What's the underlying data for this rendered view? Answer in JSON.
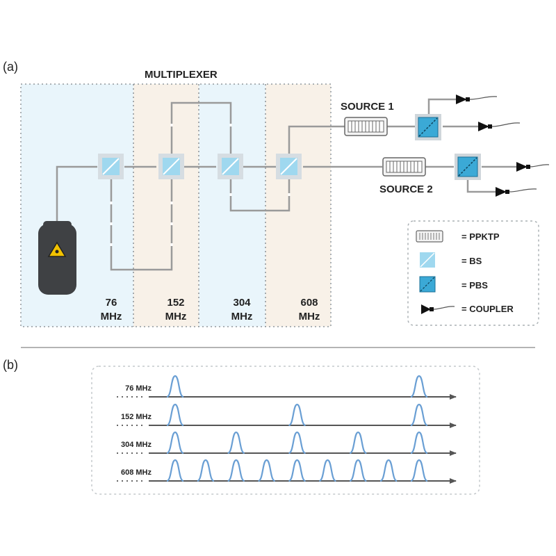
{
  "panel_a": {
    "label": "(a)",
    "title": "MULTIPLEXER",
    "sections": [
      {
        "top": "76",
        "bottom": "MHz"
      },
      {
        "top": "152",
        "bottom": "MHz"
      },
      {
        "top": "304",
        "bottom": "MHz"
      },
      {
        "top": "608",
        "bottom": "MHz"
      }
    ],
    "source1": "SOURCE 1",
    "source2": "SOURCE 2",
    "legend": {
      "ppktp": "=  PPKTP",
      "bs": "= BS",
      "pbs": "= PBS",
      "coupler": "= COUPLER"
    },
    "colors": {
      "bs": "#9fd8ef",
      "pbs": "#3ba9d6",
      "laser_body": "#3f4144",
      "warning": "#f2c200",
      "section_blue": "#e9f5fb",
      "section_beige": "#f8f1e8"
    },
    "icons": [
      "laser-icon",
      "warning-triangle-icon",
      "beam-splitter-icon",
      "polarizing-beam-splitter-icon",
      "ppktp-crystal-icon",
      "fiber-coupler-icon"
    ]
  },
  "panel_b": {
    "label": "(b)",
    "rows": [
      {
        "label": "76 MHz",
        "pulses": 2
      },
      {
        "label": "152 MHz",
        "pulses": 3
      },
      {
        "label": "304 MHz",
        "pulses": 5
      },
      {
        "label": "608 MHz",
        "pulses": 9
      }
    ],
    "pulse_color": "#6a9fd4"
  }
}
